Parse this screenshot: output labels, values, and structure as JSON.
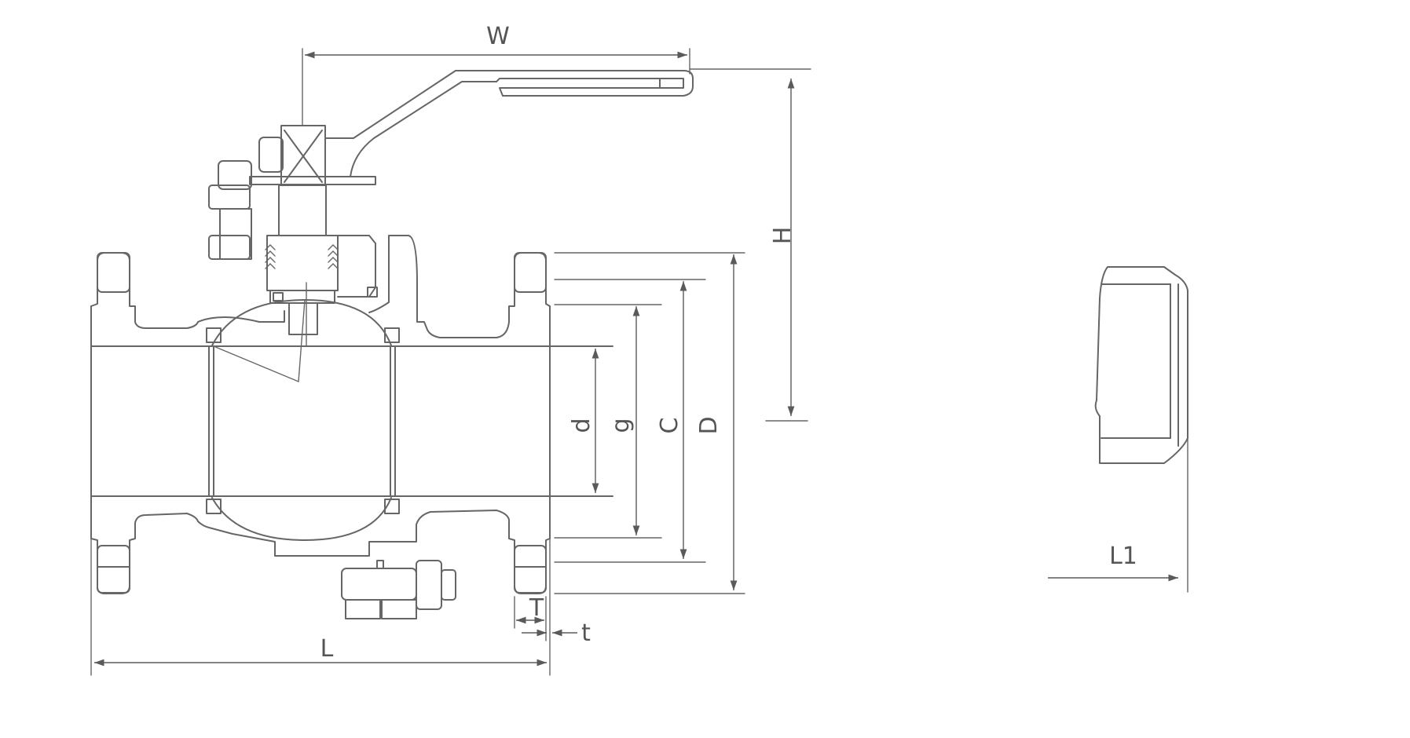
{
  "colors": {
    "stroke": "#666666",
    "text": "#555555",
    "background": "#ffffff"
  },
  "labels": {
    "W": "W",
    "H": "H",
    "d": "d",
    "g": "g",
    "C": "C",
    "D": "D",
    "T": "T",
    "t": "t",
    "L": "L",
    "L1": "L1"
  }
}
